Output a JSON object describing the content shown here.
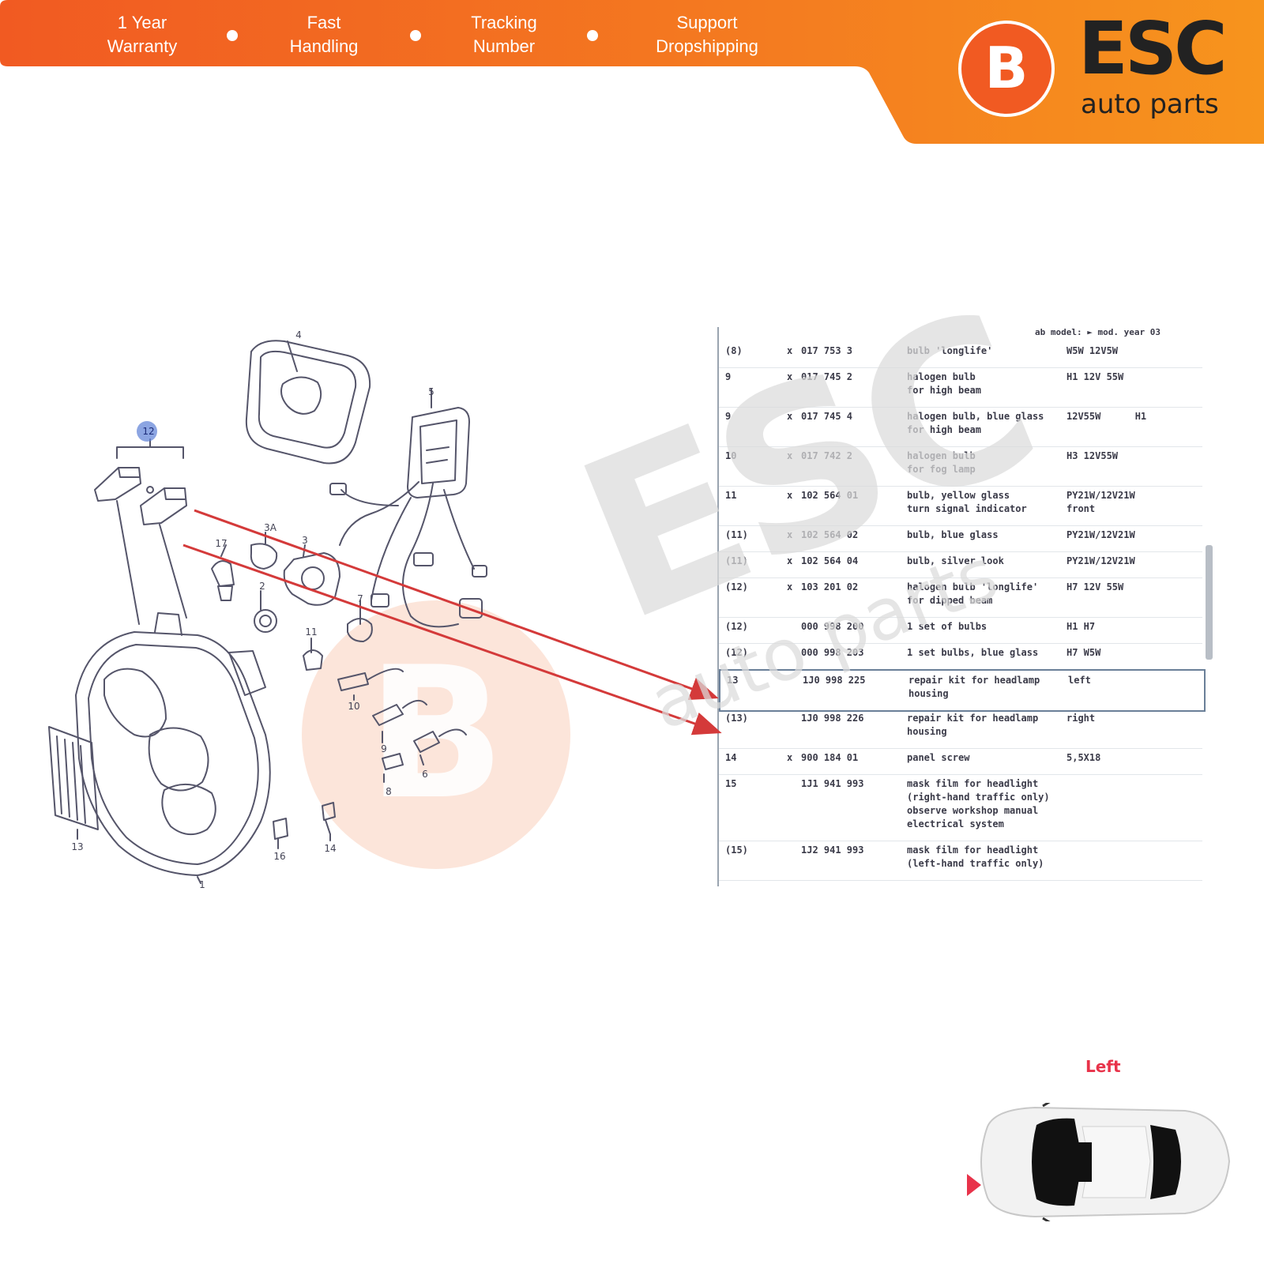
{
  "banner": {
    "features": [
      {
        "line1": "1 Year",
        "line2": "Warranty"
      },
      {
        "line1": "Fast",
        "line2": "Handling"
      },
      {
        "line1": "Tracking",
        "line2": "Number"
      },
      {
        "line1": "Support",
        "line2": "Dropshipping"
      }
    ]
  },
  "logo": {
    "badge_letter": "B",
    "word": "ESC",
    "sub": "auto parts"
  },
  "colors": {
    "banner_orange": "#f47b20",
    "brand_orange": "#f15a22",
    "arrow_red": "#d43a3a",
    "side_red": "#e8334a"
  },
  "diagram": {
    "callouts": [
      "4",
      "5",
      "12",
      "3A",
      "3",
      "17",
      "2",
      "7",
      "11",
      "10",
      "9",
      "8",
      "6",
      "13",
      "1",
      "16",
      "14"
    ],
    "table_header": "ab model:  ►  mod. year 03",
    "table": [
      {
        "pos": "(8)",
        "mark": "x",
        "part": "017 753 3",
        "desc": "bulb 'longlife'",
        "spec": "W5W 12V5W"
      },
      {
        "pos": "9",
        "mark": "x",
        "part": "017 745 2",
        "desc": "halogen bulb\nfor high beam",
        "spec": "H1 12V 55W"
      },
      {
        "pos": "9",
        "mark": "x",
        "part": "017 745 4",
        "desc": "halogen bulb, blue glass\nfor high beam",
        "spec": "12V55W      H1"
      },
      {
        "pos": "10",
        "mark": "x",
        "part": "017 742 2",
        "desc": "halogen bulb\nfor fog lamp",
        "spec": "H3 12V55W"
      },
      {
        "pos": "11",
        "mark": "x",
        "part": "102 564 01",
        "desc": "bulb, yellow glass\nturn signal indicator",
        "spec": "PY21W/12V21W\nfront"
      },
      {
        "pos": "(11)",
        "mark": "x",
        "part": "102 564 02",
        "desc": "bulb, blue glass",
        "spec": "PY21W/12V21W"
      },
      {
        "pos": "(11)",
        "mark": "x",
        "part": "102 564 04",
        "desc": "bulb, silver look",
        "spec": "PY21W/12V21W"
      },
      {
        "pos": "(12)",
        "mark": "x",
        "part": "103 201 02",
        "desc": "halogen bulb 'longlife'\nfor dipped beam",
        "spec": "H7 12V 55W"
      },
      {
        "pos": "(12)",
        "mark": "",
        "part": "000 998 200",
        "desc": "1 set of bulbs",
        "spec": "H1 H7"
      },
      {
        "pos": "(12)",
        "mark": "",
        "part": "000 998 203",
        "desc": "1 set bulbs, blue glass",
        "spec": "H7 W5W"
      },
      {
        "pos": "13",
        "mark": "",
        "part": "1J0 998 225",
        "desc": "repair kit for headlamp\nhousing",
        "spec": "left"
      },
      {
        "pos": "(13)",
        "mark": "",
        "part": "1J0 998 226",
        "desc": "repair kit for headlamp\nhousing",
        "spec": "right"
      },
      {
        "pos": "14",
        "mark": "x",
        "part": "900 184 01",
        "desc": "panel screw",
        "spec": "5,5X18"
      },
      {
        "pos": "15",
        "mark": "",
        "part": "1J1 941 993",
        "desc": "mask film for headlight\n(right-hand traffic only)\nobserve workshop manual\nelectrical system",
        "spec": ""
      },
      {
        "pos": "(15)",
        "mark": "",
        "part": "1J2 941 993",
        "desc": "mask film for headlight\n(left-hand traffic only)",
        "spec": ""
      }
    ],
    "highlighted_row": 10
  },
  "watermark": {
    "letter": "B",
    "word": "ESC",
    "sub": "auto parts"
  },
  "side_indicator": {
    "label": "Left"
  }
}
